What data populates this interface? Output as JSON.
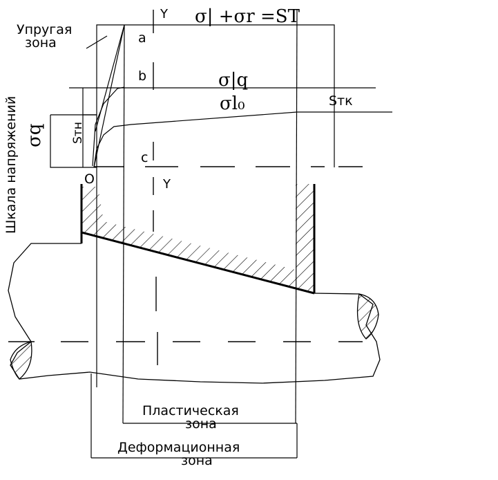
{
  "labels": {
    "elastic_zone_1": "Упругая",
    "elastic_zone_2": "зона",
    "stress_scale": "Шкала напряжений",
    "y_top": "Y",
    "y_bottom": "Y",
    "point_a": "a",
    "point_b": "b",
    "point_c": "c",
    "point_o": "O",
    "formula": "σ| +σr =ST",
    "sigma_lq": "σ|q",
    "sigma_l0": "σl₀",
    "s_tk": "Sтк",
    "sigma_q": "σq",
    "s_tn": "Sтн",
    "plastic_zone_1": "Пластическая",
    "plastic_zone_2": "зона",
    "deform_zone_1": "Деформационная",
    "deform_zone_2": "зона"
  }
}
